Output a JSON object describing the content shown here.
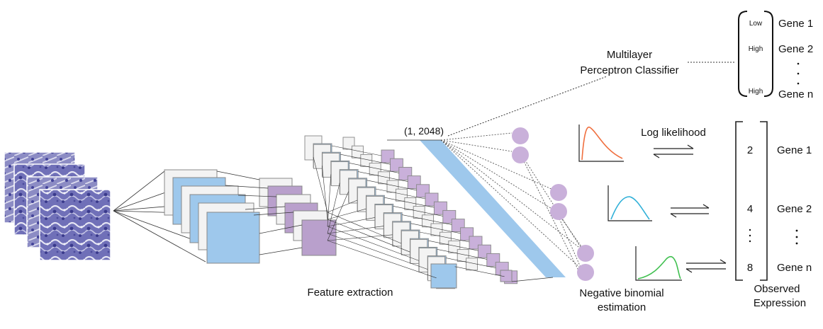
{
  "labels": {
    "mlp_line1": "Multilayer",
    "mlp_line2": "Perceptron Classifier",
    "embedding_shape": "(1, 2048)",
    "feature_extraction": "Feature extraction",
    "nb_line1": "Negative binomial",
    "nb_line2": "estimation",
    "log_likelihood": "Log likelihood",
    "observed_line1": "Observed",
    "observed_line2": "Expression"
  },
  "classifier_output": {
    "rows": [
      {
        "level": "Low",
        "gene": "Gene 1"
      },
      {
        "level": "High",
        "gene": "Gene 2"
      },
      {
        "level": "High",
        "gene": "Gene n"
      }
    ]
  },
  "observed_expression": {
    "rows": [
      {
        "value": "2",
        "gene": "Gene 1"
      },
      {
        "value": "4",
        "gene": "Gene 2"
      },
      {
        "value": "8",
        "gene": "Gene n"
      }
    ]
  },
  "colors": {
    "layer_blue": "#9ec8ec",
    "layer_purple": "#b9a0cc",
    "node_purple": "#c9b0da",
    "layer_gray": "#f3f3f3",
    "tissue_base": "#6a6ab4",
    "curve1": "#f07040",
    "curve2": "#30b0d8",
    "curve3": "#40c050"
  }
}
